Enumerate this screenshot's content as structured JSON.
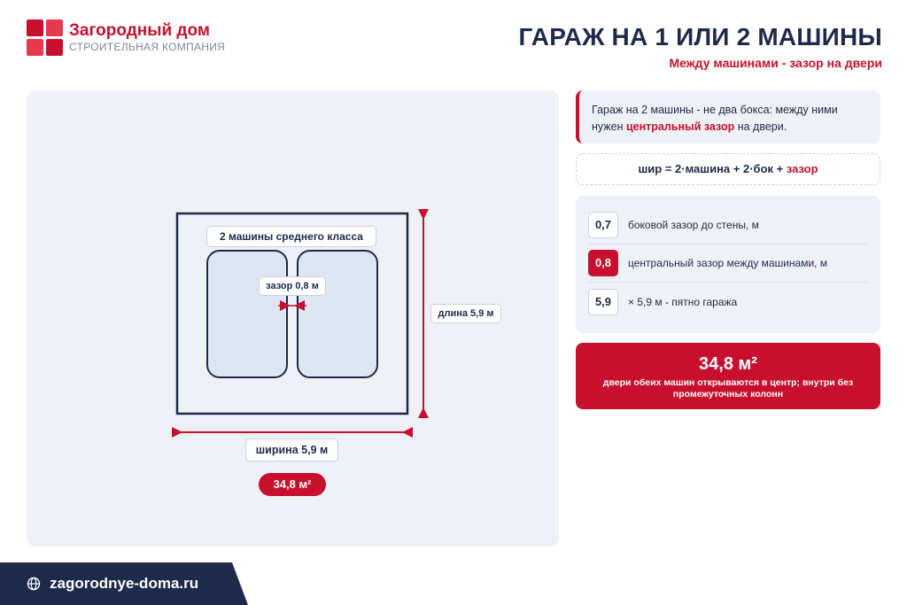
{
  "logo": {
    "name": "Загородный дом",
    "tagline": "СТРОИТЕЛЬНАЯ КОМПАНИЯ"
  },
  "header": {
    "title": "ГАРАЖ НА 1 ИЛИ 2 МАШИНЫ",
    "subtitle": "Между машинами - зазор на двери"
  },
  "diagram": {
    "cars_label": "2 машины среднего класса",
    "gap_label": "зазор 0,8 м",
    "length_label": "длина 5,9 м",
    "width_label": "ширина 5,9 м",
    "area": "34,8 м²"
  },
  "info": {
    "text_before": "Гараж на 2 машины - не два бокса: между ними нужен ",
    "highlight": "центральный зазор",
    "text_after": " на двери."
  },
  "formula": {
    "text": "шир = 2·машина + 2·бок + ",
    "highlight": "зазор"
  },
  "params": [
    {
      "value": "0,7",
      "desc": "боковой зазор до стены, м"
    },
    {
      "value": "0,8",
      "desc": "центральный зазор между машинами, м"
    },
    {
      "value": "5,9",
      "desc": "× 5,9 м - пятно гаража"
    }
  ],
  "result": {
    "value": "34,8 м²",
    "note": "двери обеих машин открываются в центр; внутри без промежуточных колонн"
  },
  "footer": {
    "url": "zagorodnye-doma.ru"
  },
  "colors": {
    "accent": "#c8102e",
    "navy": "#1e2a4a",
    "panel": "#eef1f6",
    "car_fill": "#dde6f2"
  },
  "icons": {
    "footer": "globe-icon"
  }
}
